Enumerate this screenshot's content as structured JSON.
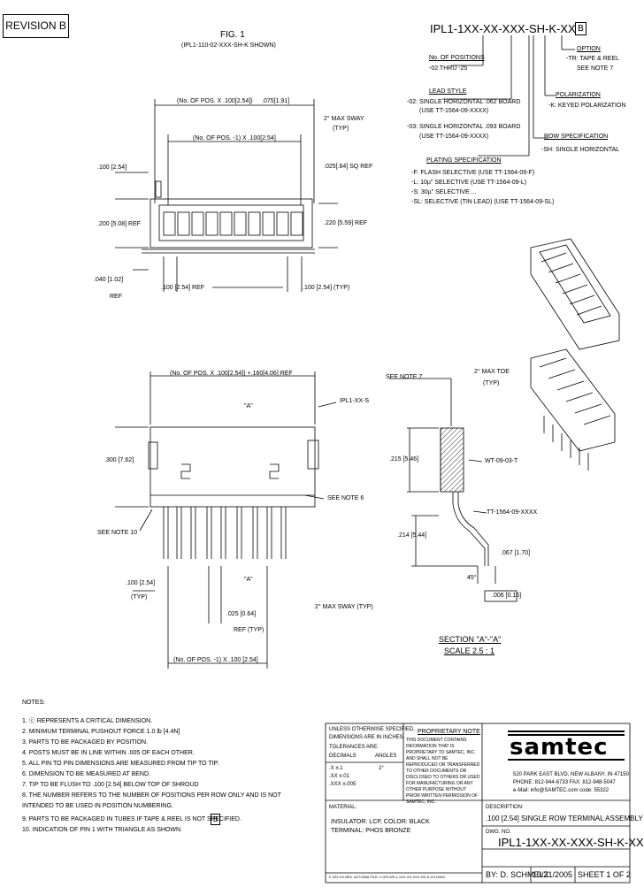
{
  "revision": "REVISION B",
  "part_header": "IPL1-1XX-XX-XXX-SH-K-XX",
  "part_header_rev": "B",
  "fig": {
    "title": "FIG. 1",
    "subtitle": "(IPL1-110-02-XXX-SH-K SHOWN)"
  },
  "part_key": {
    "positions_label": "No. OF POSITIONS",
    "positions_value": "-02 THRU -25",
    "lead_style_label": "LEAD STYLE",
    "lead_style_lines": [
      "-02: SINGLE HORIZONTAL .062 BOARD",
      "(USE TT-1564-09-XXXX)",
      "-03: SINGLE HORIZONTAL .093 BOARD",
      "(USE TT-1564-09-XXXX)"
    ],
    "plating_label": "PLATING SPECIFICATION",
    "plating_lines": [
      "-F: FLASH SELECTIVE (USE TT-1564-09-F)",
      "-L: 10µ\" SELECTIVE (USE TT-1564-09-L)",
      "-S: 30µ\" SELECTIVE ...",
      "-SL: SELECTIVE (TIN LEAD) (USE TT-1564-09-SL)"
    ],
    "option_label": "OPTION",
    "option_lines": [
      "-TR: TAPE & REEL",
      "SEE NOTE 7"
    ],
    "polarization_label": "POLARIZATION",
    "polarization_value": "-K: KEYED POLARIZATION",
    "row_spec_label": "ROW SPECIFICATION",
    "row_spec_value": "-SH: SINGLE HORIZONTAL"
  },
  "dims": {
    "top_a": "(No. OF POS. X .100[2.54])",
    "top_a_2": ".075[1.91]",
    "top_b": "(No. OF POS. -1) X .100[2.54]",
    "sway": "2° MAX SWAY",
    "typ": "(TYP)",
    "sq_ref": ".025[.64] SQ REF",
    "left_100": ".100 [2.54]",
    "left_200": ".200 [5.08] REF",
    "right_220": ".220 [5.59] REF",
    "left_040": ".040 [1.02]",
    "ref": "REF",
    "bottom_100": ".100 [2.54] REF",
    "bottom_100_typ": ".100 [2.54] (TYP)",
    "front_top": "(No. OF POS. X .100[2.54]) +.160[4.06] REF",
    "front_left": ".300 [7.62]",
    "label_ipl": "IPL1-XX-S",
    "see_note_6": "SEE NOTE 6",
    "see_note_10": "SEE NOTE 10",
    "section_a": "\"A\"",
    "front_100": ".100 [2.54]",
    "front_025": ".025 [0.64]",
    "ref_typ": "REF (TYP)",
    "front_bottom": "(No. OF POS. -1) X .100 [2.54]",
    "sway_typ": "2° MAX SWAY (TYP)",
    "see_note_7": "SEE NOTE 7",
    "toe": "2° MAX TOE",
    "side_215": ".215 [5.46]",
    "side_214": ".214 [5.44]",
    "side_067": ".067 [1.70]",
    "angle": "45°",
    "flat": ".006 [0.15]",
    "wt": "WT-09-03-T",
    "tt": "TT-1564-09-XXXX",
    "section_title": "SECTION \"A\"-\"A\"",
    "scale": "SCALE 2.5 : 1"
  },
  "notes": {
    "title": "NOTES:",
    "lines": [
      "1. ⓒ REPRESENTS A CRITICAL DIMENSION.",
      "2. MINIMUM TERMINAL PUSHOUT FORCE 1.0 lb [4.4N]",
      "3. PARTS TO BE PACKAGED BY POSITION.",
      "4. POSTS MUST BE IN LINE WITHIN .005 OF EACH OTHER.",
      "5. ALL PIN TO PIN DIMENSIONS ARE MEASURED FROM TIP TO TIP.",
      "6. DIMENSION TO BE MEASURED AT BEND.",
      "7. TIP TO BE FLUSH TO .100 [2.54] BELOW TOP OF SHROUD",
      "8. THE NUMBER REFERS TO THE NUMBER OF POSITIONS PER ROW ONLY AND IS NOT",
      "   INTENDED TO BE USED IN POSITION NUMBERING.",
      "9. PARTS TO BE PACKAGED IN TUBES IF TAPE & REEL IS NOT SPECIFIED.",
      "10. INDICATION OF PIN 1 WITH TRIANGLE AS SHOWN."
    ],
    "rev_marker": "B"
  },
  "title_block": {
    "unless": "UNLESS OTHERWISE SPECIFIED,",
    "dims_in": "DIMENSIONS ARE IN INCHES.",
    "tolerances": "TOLERANCES ARE:",
    "decimals": "DECIMALS",
    "angles": "ANGLES",
    "tol_1": ".X  ±.1",
    "tol_2": ".XX ±.01",
    "tol_3": ".XXX ±.005",
    "tol_angle": "2°",
    "proprietary_title": "PROPRIETARY NOTE",
    "proprietary_text": "THIS DOCUMENT CONTAINS INFORMATION THAT IS PROPRIETARY TO SAMTEC, INC. AND SHALL NOT BE REPRODUCED OR TRANSFERRED TO OTHER DOCUMENTS OR DISCLOSED TO OTHERS OR USED FOR MANUFACTURING OR ANY OTHER PURPOSE WITHOUT PRIOR WRITTEN PERMISSION OF SAMTEC, INC.",
    "material_label": "MATERIAL:",
    "material_lines": [
      "INSULATOR: LCP, COLOR: BLACK",
      "TERMINAL: PHOS BRONZE"
    ],
    "logo": "samtec",
    "address": [
      "520 PARK EAST BLVD, NEW ALBANY, IN 47150",
      "PHONE: 812-944-6733    FAX: 812-948-5047",
      "e-Mail: info@SAMTEC.com    code: 55322"
    ],
    "description_label": "DESCRIPTION:",
    "description": ".100 [2.54] SINGLE ROW TERMINAL ASSEMBLY",
    "dwg_label": "DWG. NO.",
    "dwg_no": "IPL1-1XX-XX-XXX-SH-K-XX",
    "by": "BY: D. SCHMELZ",
    "date": "10/31/2005",
    "sheet": "SHEET 1 OF 2",
    "footer": "F-222-XX REV 4/27/2006 FILE: C:\\IPL\\IPL1-1XX-XX-XXX-SH-K-XX.DWG"
  }
}
